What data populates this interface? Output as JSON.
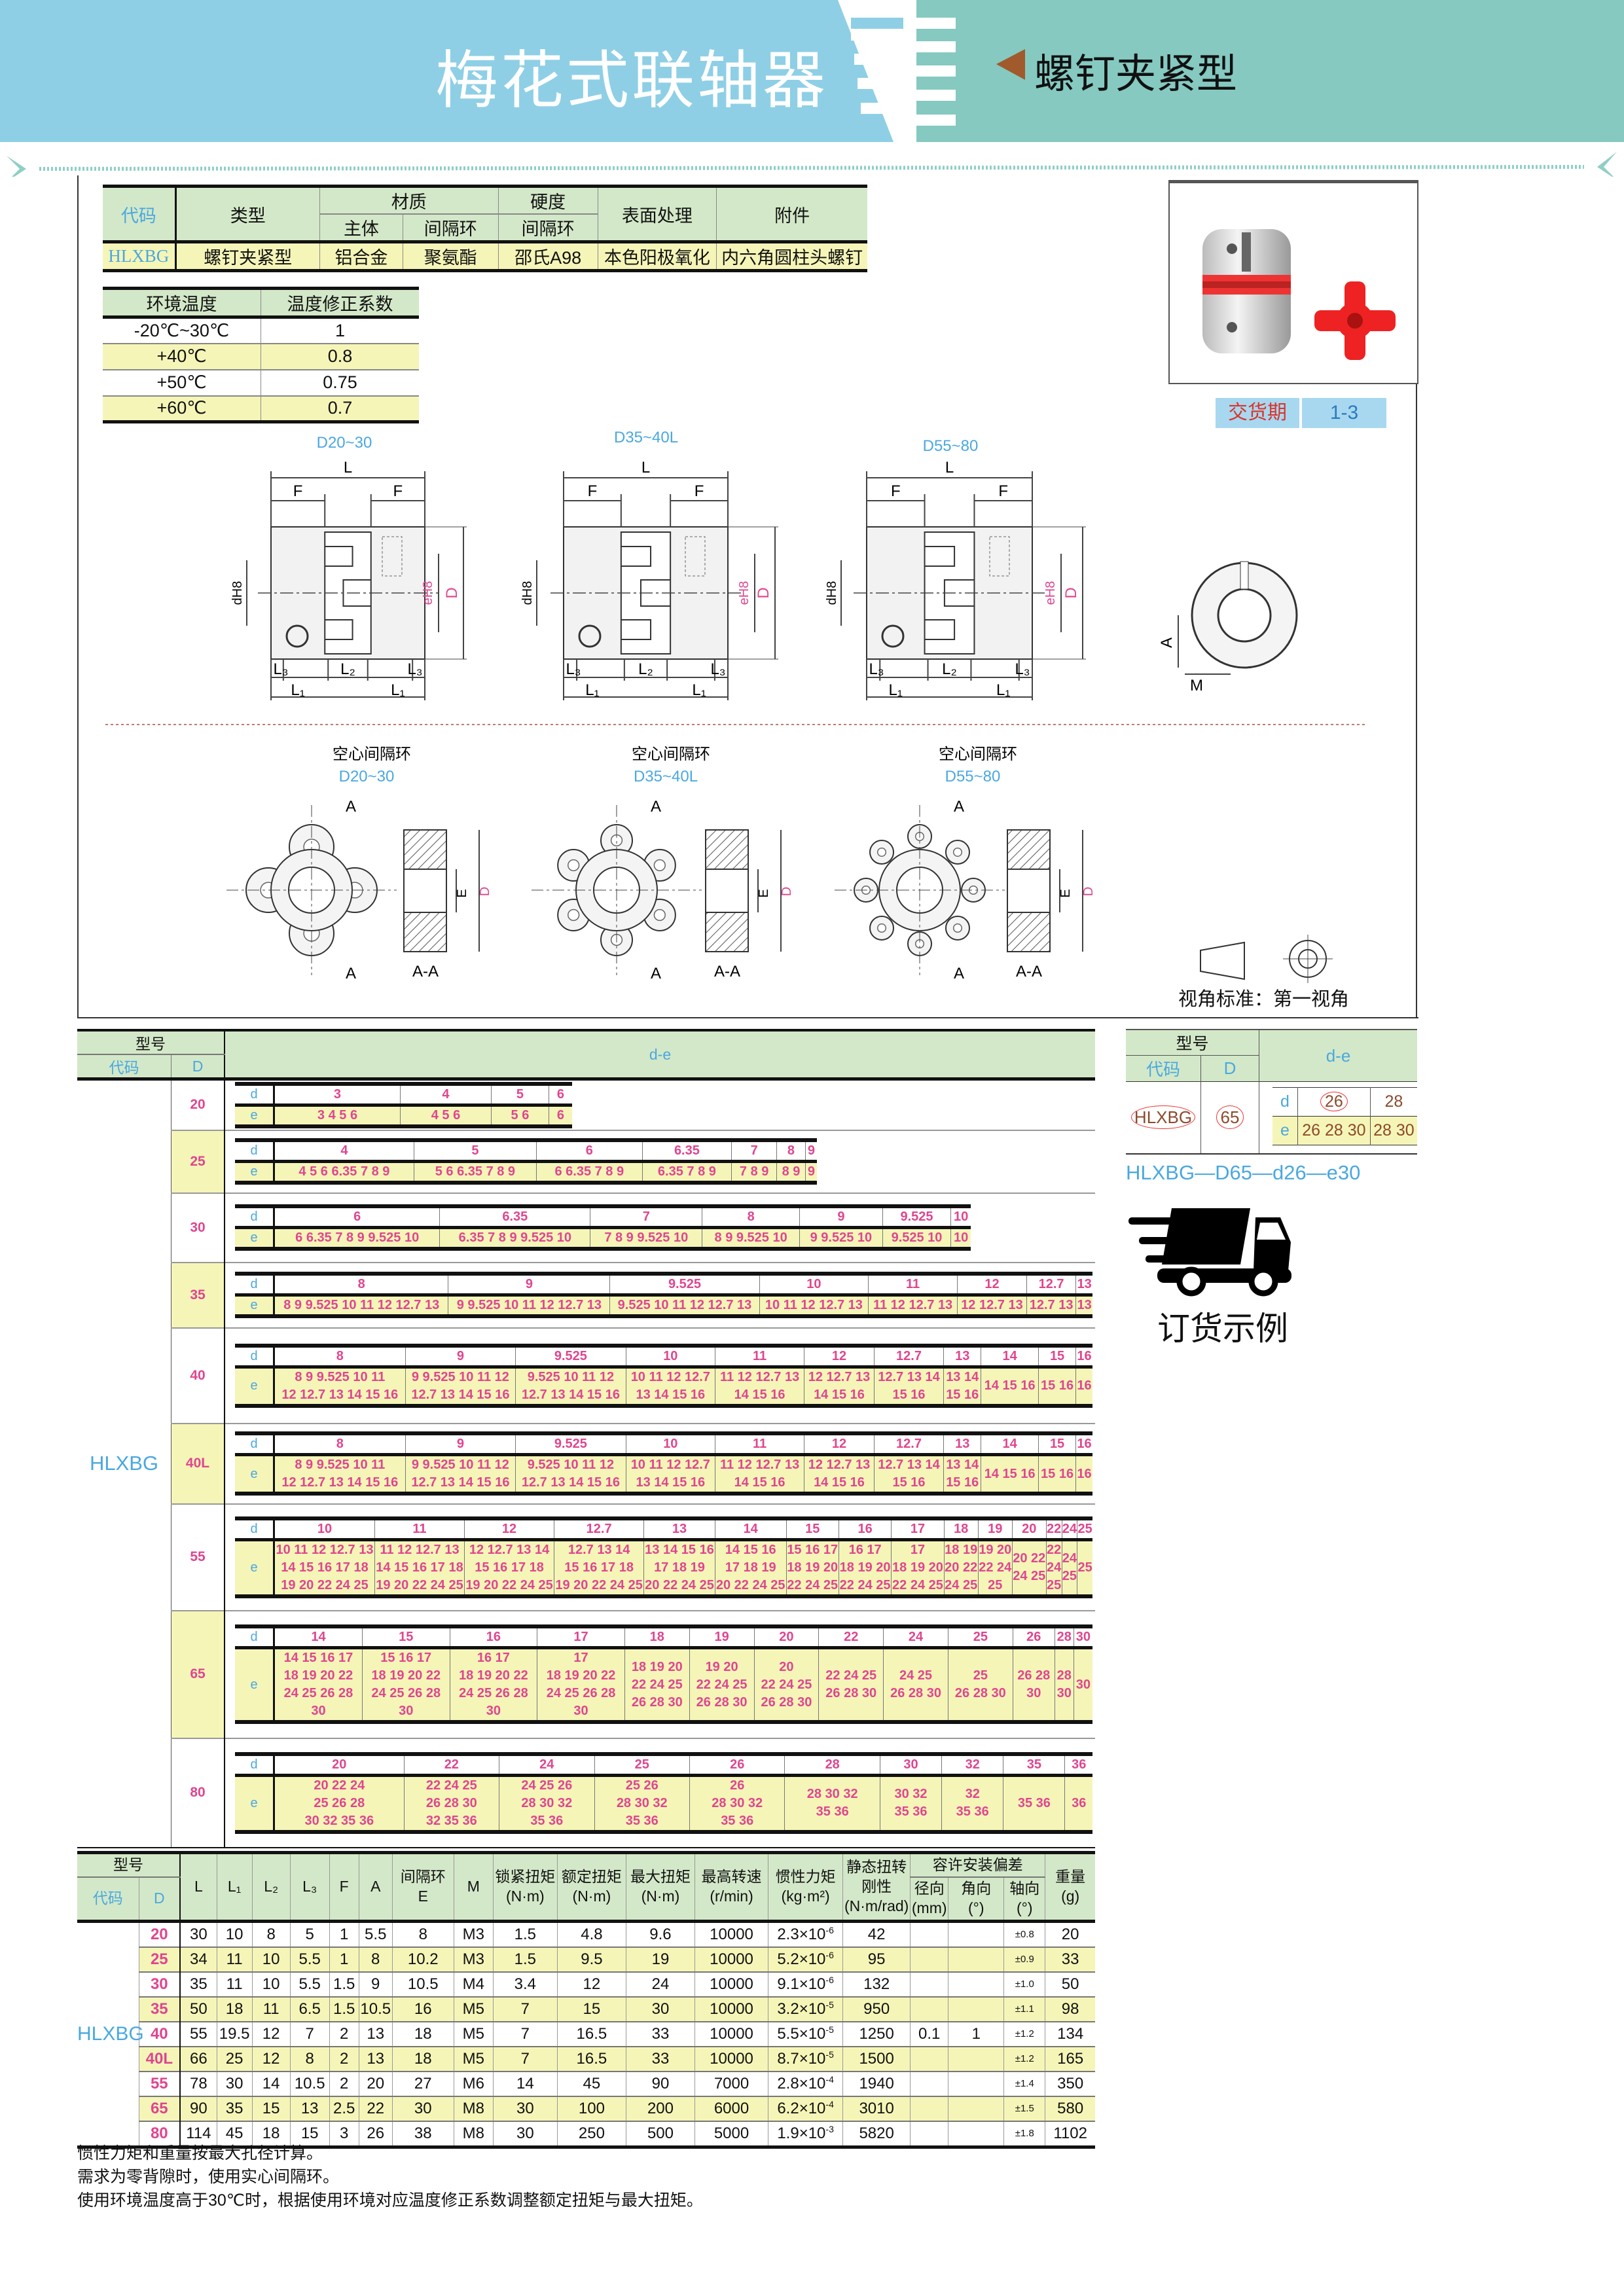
{
  "header": {
    "title": "梅花式联轴器",
    "subtitle": "螺钉夹紧型"
  },
  "spec_table": {
    "headers": {
      "code": "代码",
      "type": "类型",
      "material": "材质",
      "body": "主体",
      "spacer": "间隔环",
      "hardness": "硬度",
      "hardness_spacer": "间隔环",
      "surface": "表面处理",
      "accessory": "附件"
    },
    "row": {
      "code": "HLXBG",
      "type": "螺钉夹紧型",
      "body": "铝合金",
      "spacer": "聚氨酯",
      "hardness": "邵氏A98",
      "surface": "本色阳极氧化",
      "accessory": "内六角圆柱头螺钉"
    }
  },
  "temp_table": {
    "headers": [
      "环境温度",
      "温度修正系数"
    ],
    "rows": [
      [
        "-20℃~30℃",
        "1"
      ],
      [
        "+40℃",
        "0.8"
      ],
      [
        "+50℃",
        "0.75"
      ],
      [
        "+60℃",
        "0.7"
      ]
    ]
  },
  "delivery": {
    "label": "交货期",
    "value": "1-3"
  },
  "drawings": {
    "ranges": [
      "D20~30",
      "D35~40L",
      "D55~80"
    ],
    "labels": {
      "L": "L",
      "F": "F",
      "L1": "L₁",
      "L2": "L₂",
      "L3": "L₃",
      "dH8": "dH8",
      "eH8": "eH8",
      "D": "D",
      "A": "A",
      "M": "M",
      "E": "E",
      "section": "A-A"
    },
    "hollow_label": "空心间隔环",
    "view_standard": "视角标准：第一视角"
  },
  "de_table": {
    "header": {
      "model": "型号",
      "code": "代码",
      "D": "D",
      "de": "d-e"
    },
    "code": "HLXBG",
    "row_labels": {
      "d": "d",
      "e": "e"
    },
    "rows": [
      {
        "D": "20",
        "cols": [
          {
            "d": "3",
            "e": "3 4 5 6"
          },
          {
            "d": "4",
            "e": "4 5 6"
          },
          {
            "d": "5",
            "e": "5 6"
          },
          {
            "d": "6",
            "e": "6"
          }
        ]
      },
      {
        "D": "25",
        "cols": [
          {
            "d": "4",
            "e": "4 5 6 6.35 7 8 9"
          },
          {
            "d": "5",
            "e": "5 6 6.35 7 8 9"
          },
          {
            "d": "6",
            "e": "6 6.35 7 8 9"
          },
          {
            "d": "6.35",
            "e": "6.35 7 8 9"
          },
          {
            "d": "7",
            "e": "7 8 9"
          },
          {
            "d": "8",
            "e": "8 9"
          },
          {
            "d": "9",
            "e": "9"
          }
        ]
      },
      {
        "D": "30",
        "cols": [
          {
            "d": "6",
            "e": "6 6.35 7 8 9 9.525 10"
          },
          {
            "d": "6.35",
            "e": "6.35 7 8 9 9.525 10"
          },
          {
            "d": "7",
            "e": "7 8 9 9.525 10"
          },
          {
            "d": "8",
            "e": "8 9 9.525 10"
          },
          {
            "d": "9",
            "e": "9 9.525 10"
          },
          {
            "d": "9.525",
            "e": "9.525 10"
          },
          {
            "d": "10",
            "e": "10"
          }
        ]
      },
      {
        "D": "35",
        "cols": [
          {
            "d": "8",
            "e": "8 9 9.525 10 11 12 12.7 13"
          },
          {
            "d": "9",
            "e": "9 9.525 10 11 12 12.7 13"
          },
          {
            "d": "9.525",
            "e": "9.525 10 11 12 12.7 13"
          },
          {
            "d": "10",
            "e": "10 11 12 12.7 13"
          },
          {
            "d": "11",
            "e": "11 12 12.7 13"
          },
          {
            "d": "12",
            "e": "12 12.7 13"
          },
          {
            "d": "12.7",
            "e": "12.7 13"
          },
          {
            "d": "13",
            "e": "13"
          }
        ]
      },
      {
        "D": "40",
        "cols": [
          {
            "d": "8",
            "e": "8 9 9.525 10 11\n12 12.7 13 14 15 16"
          },
          {
            "d": "9",
            "e": "9 9.525 10 11 12\n12.7 13 14 15 16"
          },
          {
            "d": "9.525",
            "e": "9.525 10 11 12\n12.7 13 14 15 16"
          },
          {
            "d": "10",
            "e": "10 11 12 12.7\n13 14 15 16"
          },
          {
            "d": "11",
            "e": "11 12 12.7 13\n14 15 16"
          },
          {
            "d": "12",
            "e": "12 12.7 13\n14 15 16"
          },
          {
            "d": "12.7",
            "e": "12.7 13 14\n15 16"
          },
          {
            "d": "13",
            "e": "13 14\n15 16"
          },
          {
            "d": "14",
            "e": "14 15 16"
          },
          {
            "d": "15",
            "e": "15 16"
          },
          {
            "d": "16",
            "e": "16"
          }
        ]
      },
      {
        "D": "40L",
        "cols": [
          {
            "d": "8",
            "e": "8 9 9.525 10 11\n12 12.7 13 14 15 16"
          },
          {
            "d": "9",
            "e": "9 9.525 10 11 12\n12.7 13 14 15 16"
          },
          {
            "d": "9.525",
            "e": "9.525 10 11 12\n12.7 13 14 15 16"
          },
          {
            "d": "10",
            "e": "10 11 12 12.7\n13 14 15 16"
          },
          {
            "d": "11",
            "e": "11 12 12.7 13\n14 15 16"
          },
          {
            "d": "12",
            "e": "12 12.7 13\n14 15 16"
          },
          {
            "d": "12.7",
            "e": "12.7 13 14\n15 16"
          },
          {
            "d": "13",
            "e": "13 14\n15 16"
          },
          {
            "d": "14",
            "e": "14 15 16"
          },
          {
            "d": "15",
            "e": "15 16"
          },
          {
            "d": "16",
            "e": "16"
          }
        ]
      },
      {
        "D": "55",
        "cols": [
          {
            "d": "10",
            "e": "10 11 12 12.7 13\n14 15 16 17 18\n19 20 22 24 25"
          },
          {
            "d": "11",
            "e": "11 12 12.7 13\n14 15 16 17 18\n19 20 22 24 25"
          },
          {
            "d": "12",
            "e": "12 12.7 13 14\n15 16 17 18\n19 20 22 24 25"
          },
          {
            "d": "12.7",
            "e": "12.7 13 14\n15 16 17 18\n19 20 22 24 25"
          },
          {
            "d": "13",
            "e": "13 14 15 16\n17 18 19\n20 22 24 25"
          },
          {
            "d": "14",
            "e": "14 15 16\n17 18 19\n20 22 24 25"
          },
          {
            "d": "15",
            "e": "15 16 17\n18 19 20\n22 24 25"
          },
          {
            "d": "16",
            "e": "16 17\n18 19 20\n22 24 25"
          },
          {
            "d": "17",
            "e": "17\n18 19 20\n22 24 25"
          },
          {
            "d": "18",
            "e": "18 19\n20 22\n24 25"
          },
          {
            "d": "19",
            "e": "19 20\n22 24\n25"
          },
          {
            "d": "20",
            "e": "20 22\n24 25"
          },
          {
            "d": "22",
            "e": "22\n24\n25"
          },
          {
            "d": "24",
            "e": "24\n25"
          },
          {
            "d": "25",
            "e": "25"
          }
        ]
      },
      {
        "D": "65",
        "cols": [
          {
            "d": "14",
            "e": "14 15 16 17\n18 19 20 22\n24 25 26 28\n30"
          },
          {
            "d": "15",
            "e": "15 16 17\n18 19 20 22\n24 25 26 28\n30"
          },
          {
            "d": "16",
            "e": "16 17\n18 19 20 22\n24 25 26 28\n30"
          },
          {
            "d": "17",
            "e": "17\n18 19 20 22\n24 25 26 28\n30"
          },
          {
            "d": "18",
            "e": "18 19 20\n22 24 25\n26 28 30"
          },
          {
            "d": "19",
            "e": "19 20\n22 24 25\n26 28 30"
          },
          {
            "d": "20",
            "e": "20\n22 24 25\n26 28 30"
          },
          {
            "d": "22",
            "e": "22 24 25\n26 28 30"
          },
          {
            "d": "24",
            "e": "24 25\n26 28 30"
          },
          {
            "d": "25",
            "e": "25\n26 28 30"
          },
          {
            "d": "26",
            "e": "26 28\n30"
          },
          {
            "d": "28",
            "e": "28\n30"
          },
          {
            "d": "30",
            "e": "30"
          }
        ]
      },
      {
        "D": "80",
        "cols": [
          {
            "d": "20",
            "e": "20 22 24\n25 26 28\n30 32 35 36"
          },
          {
            "d": "22",
            "e": "22 24 25\n26 28 30\n32 35 36"
          },
          {
            "d": "24",
            "e": "24 25 26\n28 30 32\n35 36"
          },
          {
            "d": "25",
            "e": "25 26\n28 30 32\n35 36"
          },
          {
            "d": "26",
            "e": "26\n28 30 32\n35 36"
          },
          {
            "d": "28",
            "e": "28 30 32\n35 36"
          },
          {
            "d": "30",
            "e": "30 32\n35 36"
          },
          {
            "d": "32",
            "e": "32\n35 36"
          },
          {
            "d": "35",
            "e": "35 36"
          },
          {
            "d": "36",
            "e": "36"
          }
        ]
      }
    ]
  },
  "order_example": {
    "header": {
      "model": "型号",
      "code": "代码",
      "D": "D",
      "de": "d-e"
    },
    "code": "HLXBG",
    "D": "65",
    "d": [
      "26",
      "28"
    ],
    "e": [
      "26 28 30",
      "28 30"
    ],
    "code_string": "HLXBG—D65—d26—e30",
    "title": "订货示例"
  },
  "spec2": {
    "header": {
      "model": "型号",
      "code": "代码",
      "D": "D",
      "L": "L",
      "L1": "L₁",
      "L2": "L₂",
      "L3": "L₃",
      "F": "F",
      "A": "A",
      "E": "间隔环\nE",
      "M": "M",
      "lock": "锁紧扭矩\n(N·m)",
      "rated": "额定扭矩\n(N·m)",
      "max": "最大扭矩\n(N·m)",
      "speed": "最高转速\n(r/min)",
      "inertia": "惯性力矩\n(kg·m²)",
      "stiff": "静态扭转\n刚性\n(N·m/rad)",
      "tol": "容许安装偏差",
      "radial": "径向\n(mm)",
      "angular": "角向\n(°)",
      "axial": "轴向\n(°)",
      "weight": "重量\n(g)"
    },
    "code": "HLXBG",
    "radial": "0.1",
    "angular": "1",
    "rows": [
      [
        "20",
        "30",
        "10",
        "8",
        "5",
        "1",
        "5.5",
        "8",
        "M3",
        "1.5",
        "4.8",
        "9.6",
        "10000",
        "2.3",
        "-6",
        "42",
        "±0.8",
        "20"
      ],
      [
        "25",
        "34",
        "11",
        "10",
        "5.5",
        "1",
        "8",
        "10.2",
        "M3",
        "1.5",
        "9.5",
        "19",
        "10000",
        "5.2",
        "-6",
        "95",
        "±0.9",
        "33"
      ],
      [
        "30",
        "35",
        "11",
        "10",
        "5.5",
        "1.5",
        "9",
        "10.5",
        "M4",
        "3.4",
        "12",
        "24",
        "10000",
        "9.1",
        "-6",
        "132",
        "±1.0",
        "50"
      ],
      [
        "35",
        "50",
        "18",
        "11",
        "6.5",
        "1.5",
        "10.5",
        "16",
        "M5",
        "7",
        "15",
        "30",
        "10000",
        "3.2",
        "-5",
        "950",
        "±1.1",
        "98"
      ],
      [
        "40",
        "55",
        "19.5",
        "12",
        "7",
        "2",
        "13",
        "18",
        "M5",
        "7",
        "16.5",
        "33",
        "10000",
        "5.5",
        "-5",
        "1250",
        "±1.2",
        "134"
      ],
      [
        "40L",
        "66",
        "25",
        "12",
        "8",
        "2",
        "13",
        "18",
        "M5",
        "7",
        "16.5",
        "33",
        "10000",
        "8.7",
        "-5",
        "1500",
        "±1.2",
        "165"
      ],
      [
        "55",
        "78",
        "30",
        "14",
        "10.5",
        "2",
        "20",
        "27",
        "M6",
        "14",
        "45",
        "90",
        "7000",
        "2.8",
        "-4",
        "1940",
        "±1.4",
        "350"
      ],
      [
        "65",
        "90",
        "35",
        "15",
        "13",
        "2.5",
        "22",
        "30",
        "M8",
        "30",
        "100",
        "200",
        "6000",
        "6.2",
        "-4",
        "3010",
        "±1.5",
        "580"
      ],
      [
        "80",
        "114",
        "45",
        "18",
        "15",
        "3",
        "26",
        "38",
        "M8",
        "30",
        "250",
        "500",
        "5000",
        "1.9",
        "-3",
        "5820",
        "±1.8",
        "1102"
      ]
    ]
  },
  "notes": [
    "惯性力矩和重量按最大孔径计算。",
    "需求为零背隙时，使用实心间隔环。",
    "使用环境温度高于30℃时，根据使用环境对应温度修正系数调整额定扭矩与最大扭矩。"
  ],
  "colors": {
    "header_blue": "#8ecfe6",
    "header_teal": "#85c9c1",
    "table_header": "#d3e8c8",
    "row_yellow": "#f5f5b8",
    "pink": "#e0458f",
    "code_blue": "#4aa8e0"
  }
}
